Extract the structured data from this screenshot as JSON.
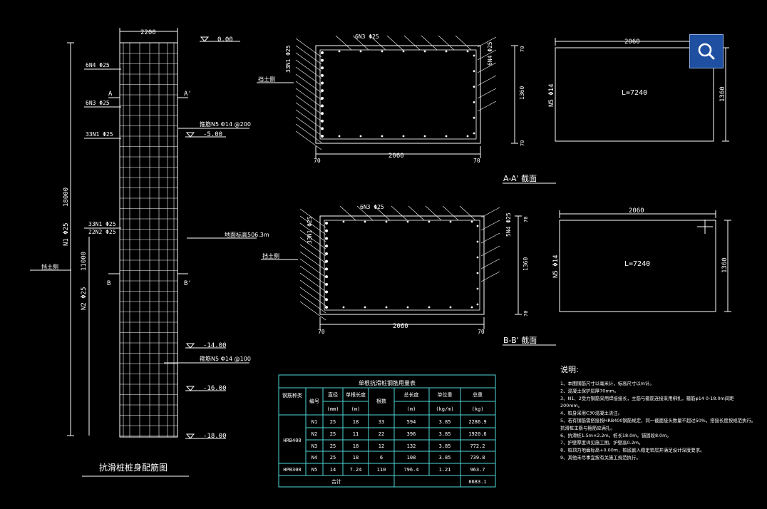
{
  "elevation_view": {
    "width_dim": "2200",
    "levels": [
      "0.00",
      "-5.00",
      "-14.00",
      "-16.00",
      "-18.00"
    ],
    "bar_labels": [
      "6N4 Φ25",
      "6N3 Φ25",
      "33N1 Φ25",
      "33N1 Φ25",
      "22N2 Φ25"
    ],
    "stirrup_top": "箍筋N5 Φ14 @200",
    "stirrup_bottom": "箍筋N5 Φ14 @100",
    "water_level": "地面标高506.3m",
    "retaining_side": "挡土侧",
    "section_A": "A",
    "section_A2": "A'",
    "section_B": "B",
    "section_B2": "B'",
    "total_length": "18000",
    "seg_upper": "N1 Φ25",
    "seg_lower_dim": "11000",
    "seg_lower": "N2 Φ25",
    "title": "抗滑桩桩身配筋图"
  },
  "section_aa": {
    "top_bar": "6N3 Φ25",
    "left_bar": "33N1 Φ25",
    "right_bar": "6N4 Φ25",
    "dim_width": "2060",
    "dim_cover": "70",
    "dim_height": "1360",
    "retaining_side": "挡土侧",
    "title": "A-A' 截面"
  },
  "section_bb": {
    "top_bar": "6N3 Φ25",
    "left_bar": "33N1 Φ25",
    "right_bar": "5N4 Φ25",
    "dim_width": "2060",
    "dim_cover": "70",
    "dim_height": "1360",
    "retaining_side": "挡土侧",
    "title": "B-B' 截面"
  },
  "stirrup_aa": {
    "width": "2060",
    "height": "1360",
    "label": "N5 Φ14",
    "length": "L=7240"
  },
  "stirrup_bb": {
    "width": "2060",
    "height": "1360",
    "label": "N5 Φ14",
    "length": "L=7240"
  },
  "table": {
    "title": "单根抗滑桩钢筋用量表",
    "headers": [
      "钢筋种类",
      "编号",
      "直径",
      "单根长度",
      "根数",
      "总长度",
      "单位重",
      "总重"
    ],
    "units": [
      "(mm)",
      "(m)",
      "(m)",
      "(kg/m)",
      "(kg)"
    ],
    "grade1": "HRB400",
    "grade2": "HPB300",
    "rows": [
      [
        "N1",
        "25",
        "18",
        "33",
        "594",
        "3.85",
        "2286.9"
      ],
      [
        "N2",
        "25",
        "11",
        "22",
        "396",
        "3.85",
        "1920.6"
      ],
      [
        "N3",
        "25",
        "18",
        "12",
        "132",
        "3.85",
        "772.2"
      ],
      [
        "N4",
        "25",
        "18",
        "6",
        "108",
        "3.85",
        "739.8"
      ],
      [
        "N5",
        "14",
        "7.24",
        "110",
        "796.4",
        "1.21",
        "963.7"
      ]
    ],
    "total_label": "合计",
    "total_value": "6683.1"
  },
  "notes": {
    "title": "说明:",
    "items": [
      "1、本图钢筋尺寸以毫米计，标高尺寸以m计。",
      "2、混凝土保护层厚70mm。",
      "3、N1、2受力钢筋采用焊接接长，主筋与箍筋连接采用绑扎，箍筋φ14 0-18.0m间距",
      "   200mm。",
      "4、桩身采用C30混凝土浇注。",
      "5、若有钢筋需搭接按HRB400钢筋规定，同一截面接头数量不超过50%，搭接长度按规范执行。",
      "   抗滑桩主筋与箍筋应满扎。",
      "6、抗滑桩1.5m×2.2m，桩长18.0m，锚固段8.0m。",
      "7、护壁厚度详见施工图，护壁高0.2m。",
      "8、桩顶为地面标高+0.00m，桩底嵌入稳定岩层并满足设计深度要求。",
      "9、其他未尽事宜按有关施工规范执行。"
    ]
  },
  "toolbar": {
    "search_icon": "search-icon"
  }
}
